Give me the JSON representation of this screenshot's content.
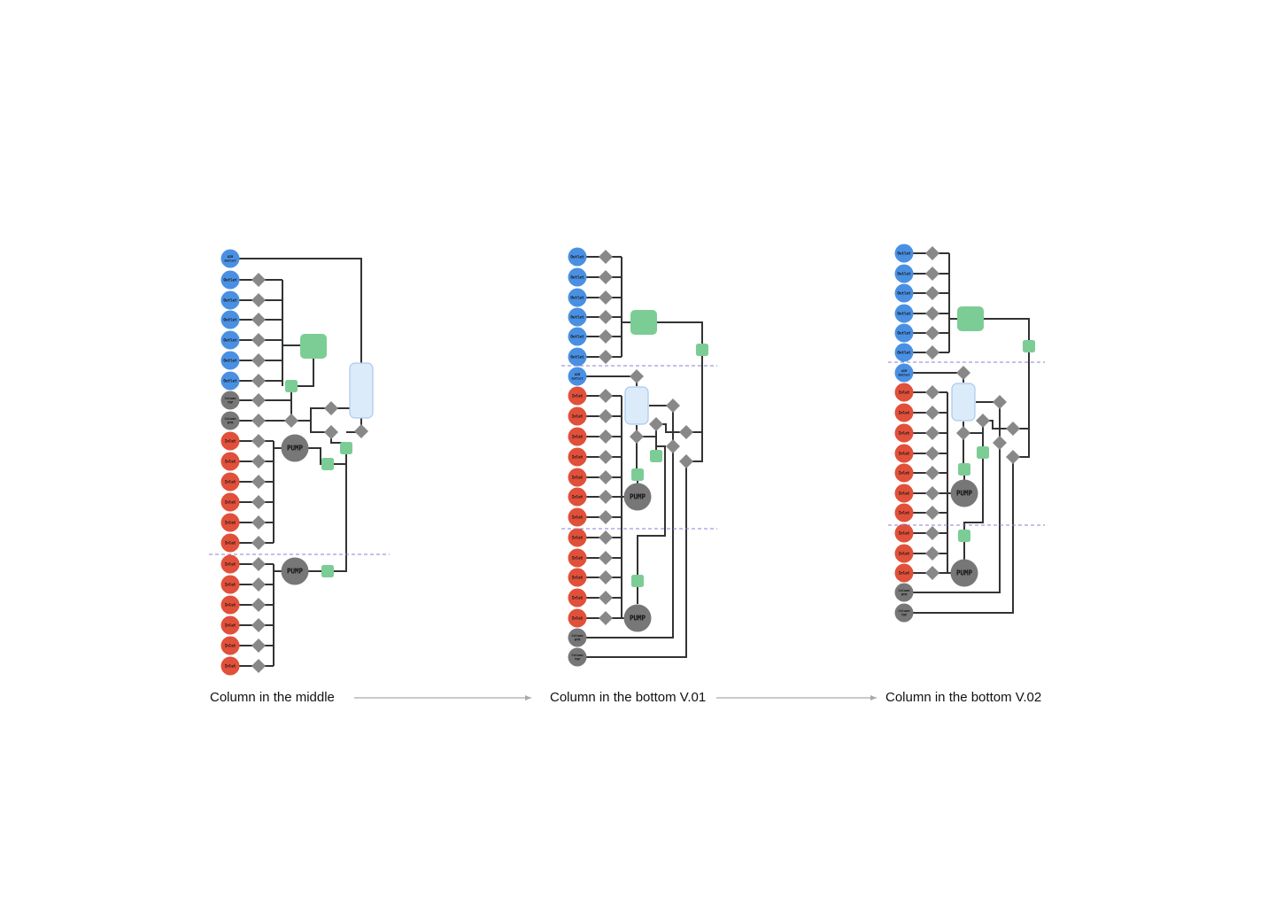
{
  "colors": {
    "outlet": "#4a90e2",
    "inlet": "#e0503a",
    "column": "#777777",
    "valve": "#888888",
    "sensor": "#7ccc96",
    "pump": "#777777",
    "vessel_fill": "#dcebfa",
    "vessel_border": "#a9c9ee",
    "divider": "#8a7fd6",
    "arrow": "#aaaaaa",
    "line": "#333333"
  },
  "labels": {
    "air_outlet": "AIR\nOutlet",
    "outlet": "Outlet",
    "inlet": "Inlet",
    "column_top": "Column\nTOP",
    "column_bottom": "Column\nBTM",
    "pump": "PUMP"
  },
  "icons": {
    "valve": "diamond-valve-icon",
    "port": "circle-port-icon",
    "pump": "circle-pump-icon",
    "sensor": "rounded-square-sensor-icon",
    "vessel": "rounded-rect-vessel-icon"
  },
  "captions": [
    "Column in the middle",
    "Column in the bottom V.01",
    "Column in the bottom V.02"
  ]
}
